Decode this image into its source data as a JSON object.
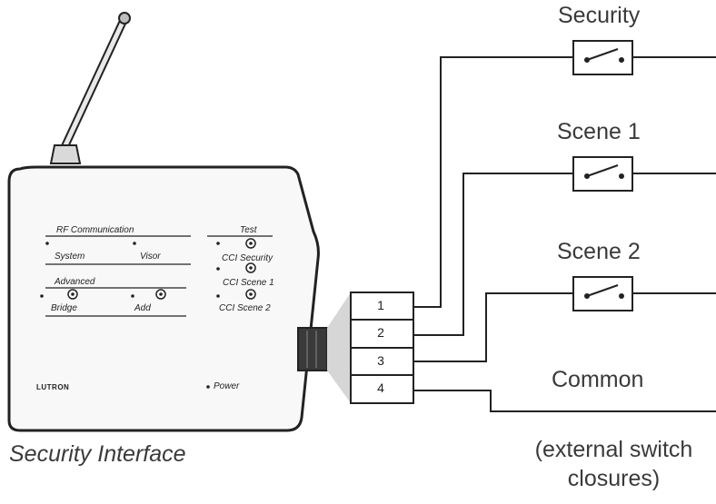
{
  "switch_labels": [
    "Security",
    "Scene 1",
    "Scene 2",
    "Common"
  ],
  "device": {
    "caption": "Security Interface",
    "brand": "LUTRON",
    "power": "Power",
    "panel": {
      "rf_communication": "RF Communication",
      "system": "System",
      "visor": "Visor",
      "advanced": "Advanced",
      "bridge": "Bridge",
      "add": "Add",
      "test": "Test",
      "cci_security": "CCI Security",
      "cci_scene1": "CCI Scene 1",
      "cci_scene2": "CCI Scene 2"
    }
  },
  "terminals": [
    "1",
    "2",
    "3",
    "4"
  ],
  "external_note": "(external switch closures)",
  "external_note_lines": [
    "(external switch",
    "closures)"
  ]
}
